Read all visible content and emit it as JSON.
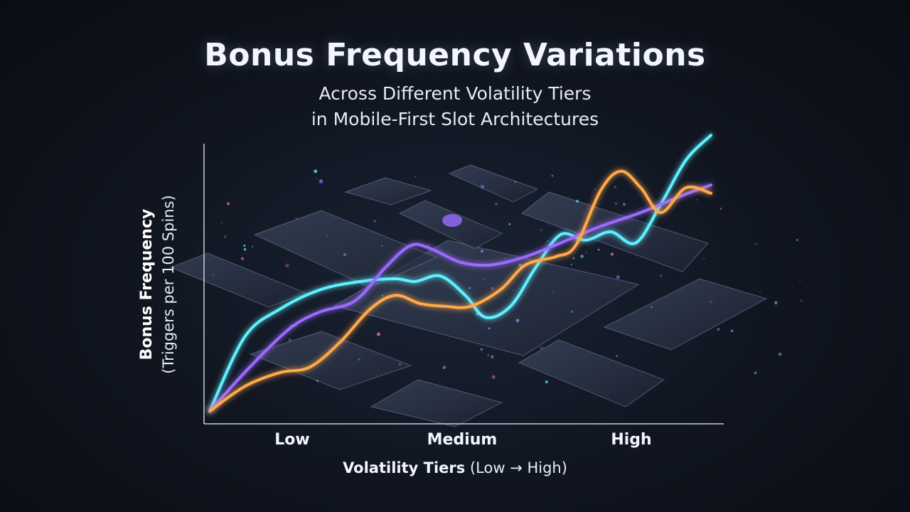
{
  "title": "Bonus Frequency Variations",
  "subtitle_lines": [
    "Across Different Volatility Tiers",
    "in Mobile-First Slot Architectures"
  ],
  "colors": {
    "background": "#0f141e",
    "axis": "#c7cedb",
    "cyan": "#5ff0ff",
    "purple": "#9b6bff",
    "orange": "#ffa94a",
    "device": "#3b4458"
  },
  "chart_data": {
    "type": "line",
    "title": "Bonus Frequency Variations",
    "subtitle": "Across Different Volatility Tiers in Mobile-First Slot Architectures",
    "xlabel": "Volatility Tiers",
    "xlabel_unit": "(Low → High)",
    "ylabel": "Bonus Frequency",
    "ylabel_unit": "(Triggers per 100 Spins)",
    "x_tick_labels": [
      "Low",
      "Medium",
      "High"
    ],
    "xlim": [
      0,
      100
    ],
    "ylim": [
      0,
      100
    ],
    "y_ticks_shown": false,
    "grid": false,
    "legend": "none",
    "series": [
      {
        "color": "cyan",
        "x": [
          0,
          7,
          14,
          22,
          30,
          37,
          41,
          46,
          51,
          55,
          60,
          65,
          70,
          75,
          80,
          85,
          90,
          95,
          100
        ],
        "y": [
          2,
          29,
          39,
          46,
          49,
          50,
          49,
          51,
          44,
          36,
          40,
          54,
          66,
          64,
          67,
          63,
          77,
          93,
          102
        ]
      },
      {
        "color": "purple",
        "x": [
          0,
          8,
          16,
          22,
          29,
          35,
          40,
          44,
          50,
          56,
          63,
          70,
          78,
          86,
          94,
          100
        ],
        "y": [
          2,
          18,
          32,
          38,
          42,
          54,
          62,
          61,
          56,
          55,
          58,
          63,
          69,
          74,
          80,
          84
        ]
      },
      {
        "color": "orange",
        "x": [
          0,
          7,
          14,
          20,
          26,
          32,
          37,
          42,
          47,
          52,
          58,
          63,
          69,
          73,
          78,
          82,
          86,
          90,
          95,
          100
        ],
        "y": [
          2,
          11,
          16,
          18,
          27,
          39,
          44,
          41,
          40,
          40,
          46,
          55,
          58,
          62,
          82,
          89,
          83,
          74,
          83,
          81
        ]
      }
    ]
  },
  "decor": {
    "devices": [
      "device-tablet-left",
      "device-tablet-center",
      "device-phone-top",
      "device-phone-mid",
      "device-phone-right-top",
      "device-phone-right",
      "device-phone-bottom",
      "device-phone-left",
      "device-card-lower-left",
      "device-card-bottom"
    ]
  }
}
